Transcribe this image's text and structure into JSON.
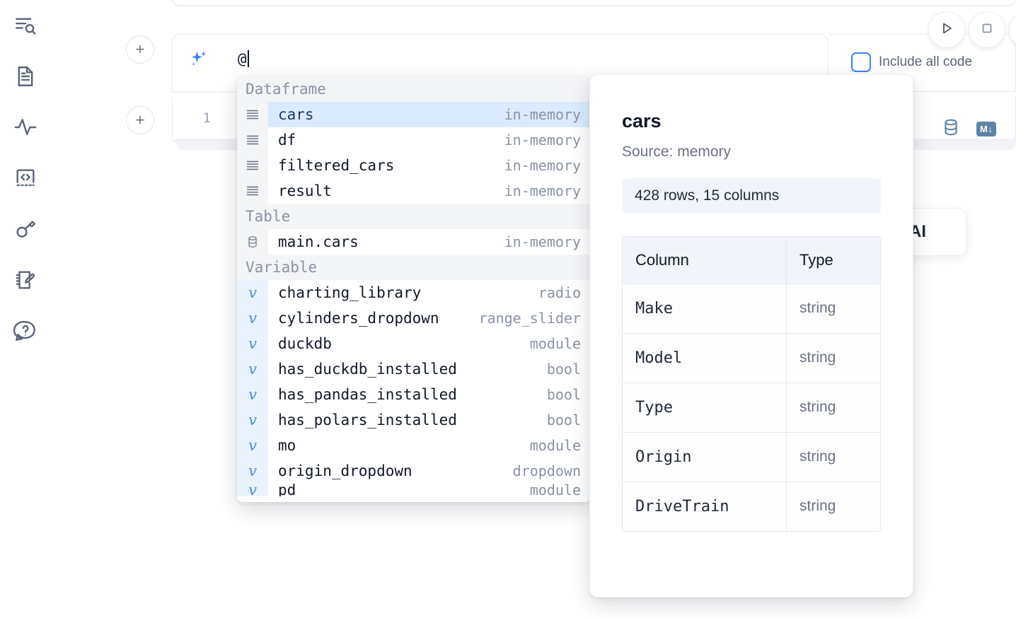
{
  "app": {
    "accent_blue": "#3b82f6",
    "selected_row_bg": "#dbeafe",
    "group_header_bg": "#f4f5f7",
    "icon_gray": "#5b6578"
  },
  "sidebar": {
    "items": [
      {
        "name": "outline-search-icon",
        "label": "Explore"
      },
      {
        "name": "file-text-icon",
        "label": "Notebook files"
      },
      {
        "name": "activity-pulse-icon",
        "label": "Activity"
      },
      {
        "name": "code-brackets-icon",
        "label": "Snippets"
      },
      {
        "name": "key-icon",
        "label": "Secrets"
      },
      {
        "name": "notebook-pencil-icon",
        "label": "Scratchpad"
      },
      {
        "name": "help-chat-icon",
        "label": "Help"
      }
    ]
  },
  "composer": {
    "add_button_label": "+",
    "sparkle_icon": "ai-sparkle-icon",
    "input_value": "@",
    "include_all_code_label": "Include all code",
    "include_all_code_checked": false,
    "run_button": "run-icon",
    "stop_button": "stop-icon"
  },
  "cell": {
    "number": "1",
    "database_icon": "database-icon",
    "markdown_badge": "M↓"
  },
  "floating_card": {
    "label": "h AI"
  },
  "completion_menu": {
    "groups": [
      {
        "label": "Dataframe",
        "icon": "dataframe-icon",
        "items": [
          {
            "name": "cars",
            "type": "in-memory",
            "selected": true
          },
          {
            "name": "df",
            "type": "in-memory",
            "selected": false
          },
          {
            "name": "filtered_cars",
            "type": "in-memory",
            "selected": false
          },
          {
            "name": "result",
            "type": "in-memory",
            "selected": false
          }
        ]
      },
      {
        "label": "Table",
        "icon": "database-icon",
        "items": [
          {
            "name": "main.cars",
            "type": "in-memory",
            "selected": false
          }
        ]
      },
      {
        "label": "Variable",
        "icon": "variable-icon",
        "items": [
          {
            "name": "charting_library",
            "type": "radio",
            "selected": false
          },
          {
            "name": "cylinders_dropdown",
            "type": "range_slider",
            "selected": false
          },
          {
            "name": "duckdb",
            "type": "module",
            "selected": false
          },
          {
            "name": "has_duckdb_installed",
            "type": "bool",
            "selected": false
          },
          {
            "name": "has_pandas_installed",
            "type": "bool",
            "selected": false
          },
          {
            "name": "has_polars_installed",
            "type": "bool",
            "selected": false
          },
          {
            "name": "mo",
            "type": "module",
            "selected": false
          },
          {
            "name": "origin_dropdown",
            "type": "dropdown",
            "selected": false
          },
          {
            "name": "pd",
            "type": "module",
            "selected": false
          }
        ]
      }
    ]
  },
  "preview": {
    "title": "cars",
    "source": "Source: memory",
    "stats": "428 rows, 15 columns",
    "table_headers": [
      "Column",
      "Type"
    ],
    "rows": [
      {
        "column": "Make",
        "type": "string"
      },
      {
        "column": "Model",
        "type": "string"
      },
      {
        "column": "Type",
        "type": "string"
      },
      {
        "column": "Origin",
        "type": "string"
      },
      {
        "column": "DriveTrain",
        "type": "string"
      }
    ]
  }
}
